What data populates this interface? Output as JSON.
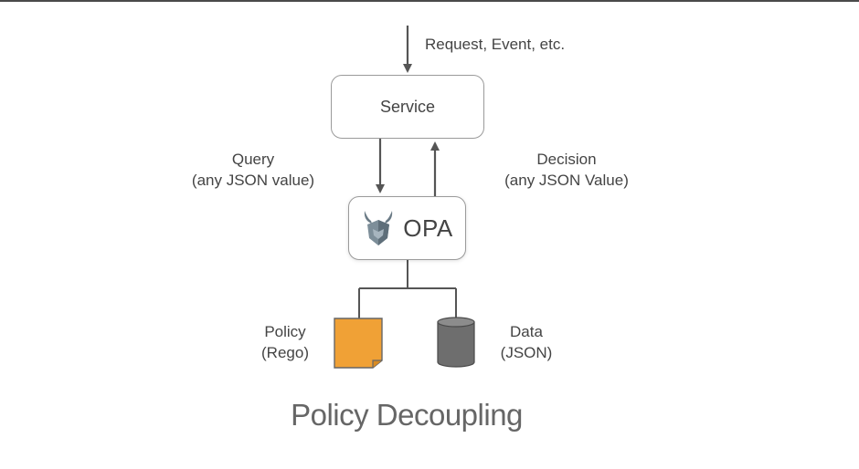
{
  "diagram": {
    "input_label": "Request, Event, etc.",
    "service_label": "Service",
    "opa_label": "OPA",
    "query_label_line1": "Query",
    "query_label_line2": "(any JSON value)",
    "decision_label_line1": "Decision",
    "decision_label_line2": "(any JSON Value)",
    "policy_label_line1": "Policy",
    "policy_label_line2": "(Rego)",
    "data_label_line1": "Data",
    "data_label_line2": "(JSON)",
    "caption": "Policy Decoupling"
  },
  "icons": {
    "opa_logo": "opa-viking-helmet-icon",
    "policy_document": "document-icon",
    "data_store": "database-icon"
  },
  "colors": {
    "policy_document": "#f0a136",
    "data_store": "#6e6e6e",
    "arrow": "#555555",
    "box_border": "#9a9a9a"
  }
}
